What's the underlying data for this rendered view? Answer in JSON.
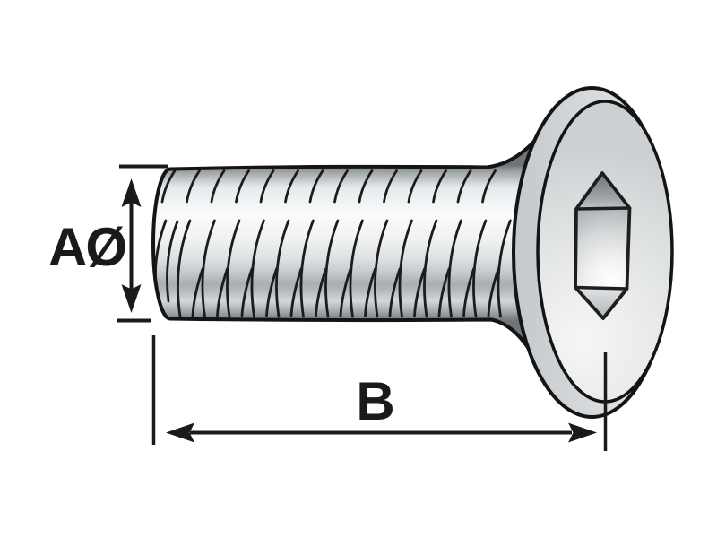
{
  "diagram": {
    "subject": "countersunk-hex-socket-screw",
    "view": "side-perspective-illustration",
    "dimension_labels": {
      "diameter": "AØ",
      "length": "B"
    }
  },
  "colors": {
    "background": "#ffffff",
    "outline": "#141414",
    "dimension_lines": "#1a1a1a",
    "metal_highlight": "#fafbfc",
    "metal_mid": "#dee1e3",
    "metal_dark": "#6e7477",
    "head_face": "#e7e9ea",
    "head_rim": "#c3c8cb",
    "socket_shadow": "#6f7578",
    "socket_glow": "#ffffff"
  }
}
